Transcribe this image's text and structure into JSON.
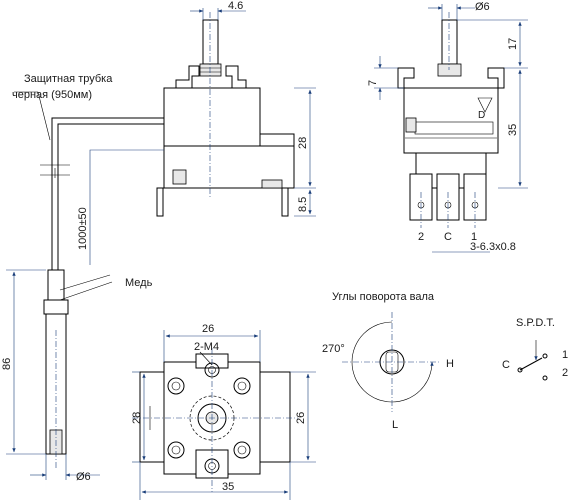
{
  "labels": {
    "tube_line1": "Защитная трубка",
    "tube_line2": "черная (950мм)",
    "copper": "Медь",
    "rotation_title": "Углы поворота вала",
    "angle": "270°",
    "h_label": "H",
    "l_label": "L",
    "spdt_title": "S.P.D.T.",
    "c_label": "C",
    "one_label": "1",
    "two_label": "2"
  },
  "dimensions": {
    "shaft_width": "4.6",
    "shaft_diam": "Ø6",
    "h17": "17",
    "h7": "7",
    "h35": "35",
    "h28": "28",
    "h8_5": "8.5",
    "len_1000": "1000±50",
    "h86": "86",
    "bulb_diam": "Ø6",
    "w26_top": "26",
    "thread": "2-M4",
    "h28_left": "28",
    "h26_right": "26",
    "w35_bottom": "35",
    "term_2": "2",
    "term_c": "C",
    "term_1": "1",
    "terminals": "3-6.3x0.8"
  }
}
